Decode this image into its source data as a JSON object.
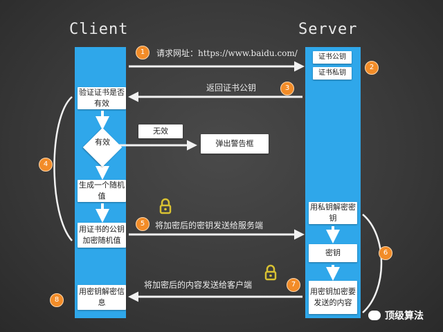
{
  "titles": {
    "client": "Client",
    "server": "Server"
  },
  "client_boxes": {
    "verify": "验证证书是否有效",
    "valid": "有效",
    "random": "生成一个随机值",
    "encrypt": "用证书的公钥加密随机值",
    "decrypt": "用密钥解密信息"
  },
  "server_boxes": {
    "public_key": "证书公钥",
    "private_key": "证书私钥",
    "decrypt_key": "用私钥解密密钥",
    "key": "密钥",
    "encrypt_content": "用密钥加密要发送的内容"
  },
  "middle": {
    "invalid": "无效",
    "warning": "弹出警告框"
  },
  "messages": {
    "request": "请求网址：https://www.baidu.com/",
    "return_cert": "返回证书公钥",
    "send_key": "将加密后的密钥发送给服务端",
    "send_content": "将加密后的内容发送给客户端"
  },
  "badges": [
    "1",
    "2",
    "3",
    "4",
    "5",
    "6",
    "7",
    "8"
  ],
  "brand": {
    "name": "顶级算法"
  },
  "colors": {
    "lane": "#2fa7ea",
    "badge": "#f28c28",
    "lock": "#d9c232",
    "background": "#3a3a3a"
  }
}
